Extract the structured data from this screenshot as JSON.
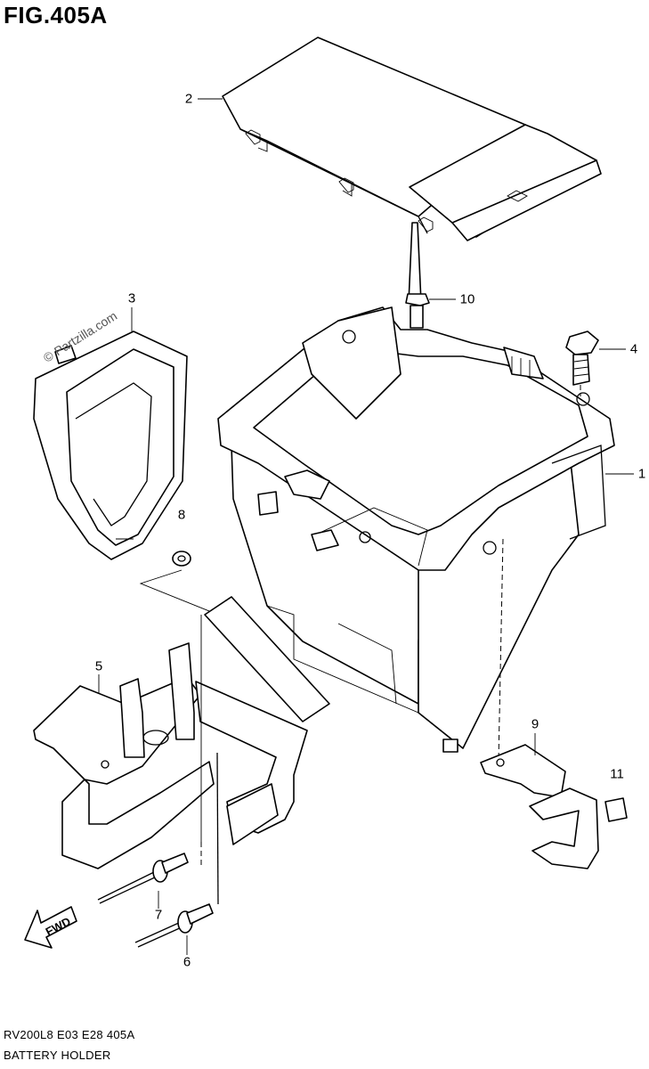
{
  "figure": {
    "title": "FIG.405A",
    "code": "RV200L8  E03  E28  405A",
    "caption": "BATTERY HOLDER",
    "watermark": "© Partzilla.com",
    "fwd_label": "FWD"
  },
  "callouts": [
    "1",
    "2",
    "3",
    "4",
    "5",
    "6",
    "7",
    "8",
    "9",
    "10",
    "11"
  ]
}
